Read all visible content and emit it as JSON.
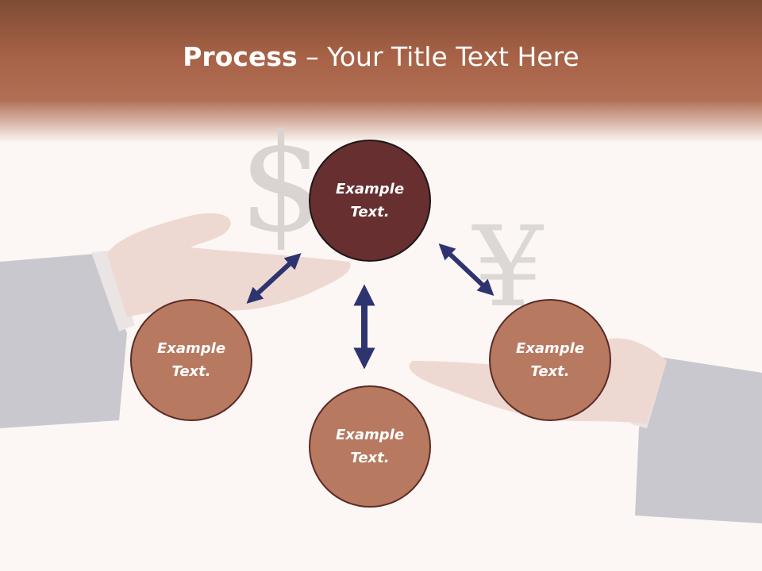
{
  "slide": {
    "title_bold": "Process",
    "title_rest": " – Your Title Text Here"
  },
  "nodes": {
    "top": "Example\nText.",
    "left": "Example\nText.",
    "bottom": "Example\nText.",
    "right": "Example\nText."
  },
  "colors": {
    "header": "#a76247",
    "node_center": "#672f30",
    "node_outer": "#b87961",
    "arrows": "#2e3470"
  },
  "background_glyphs": {
    "dollar": "$",
    "yen": "¥"
  }
}
